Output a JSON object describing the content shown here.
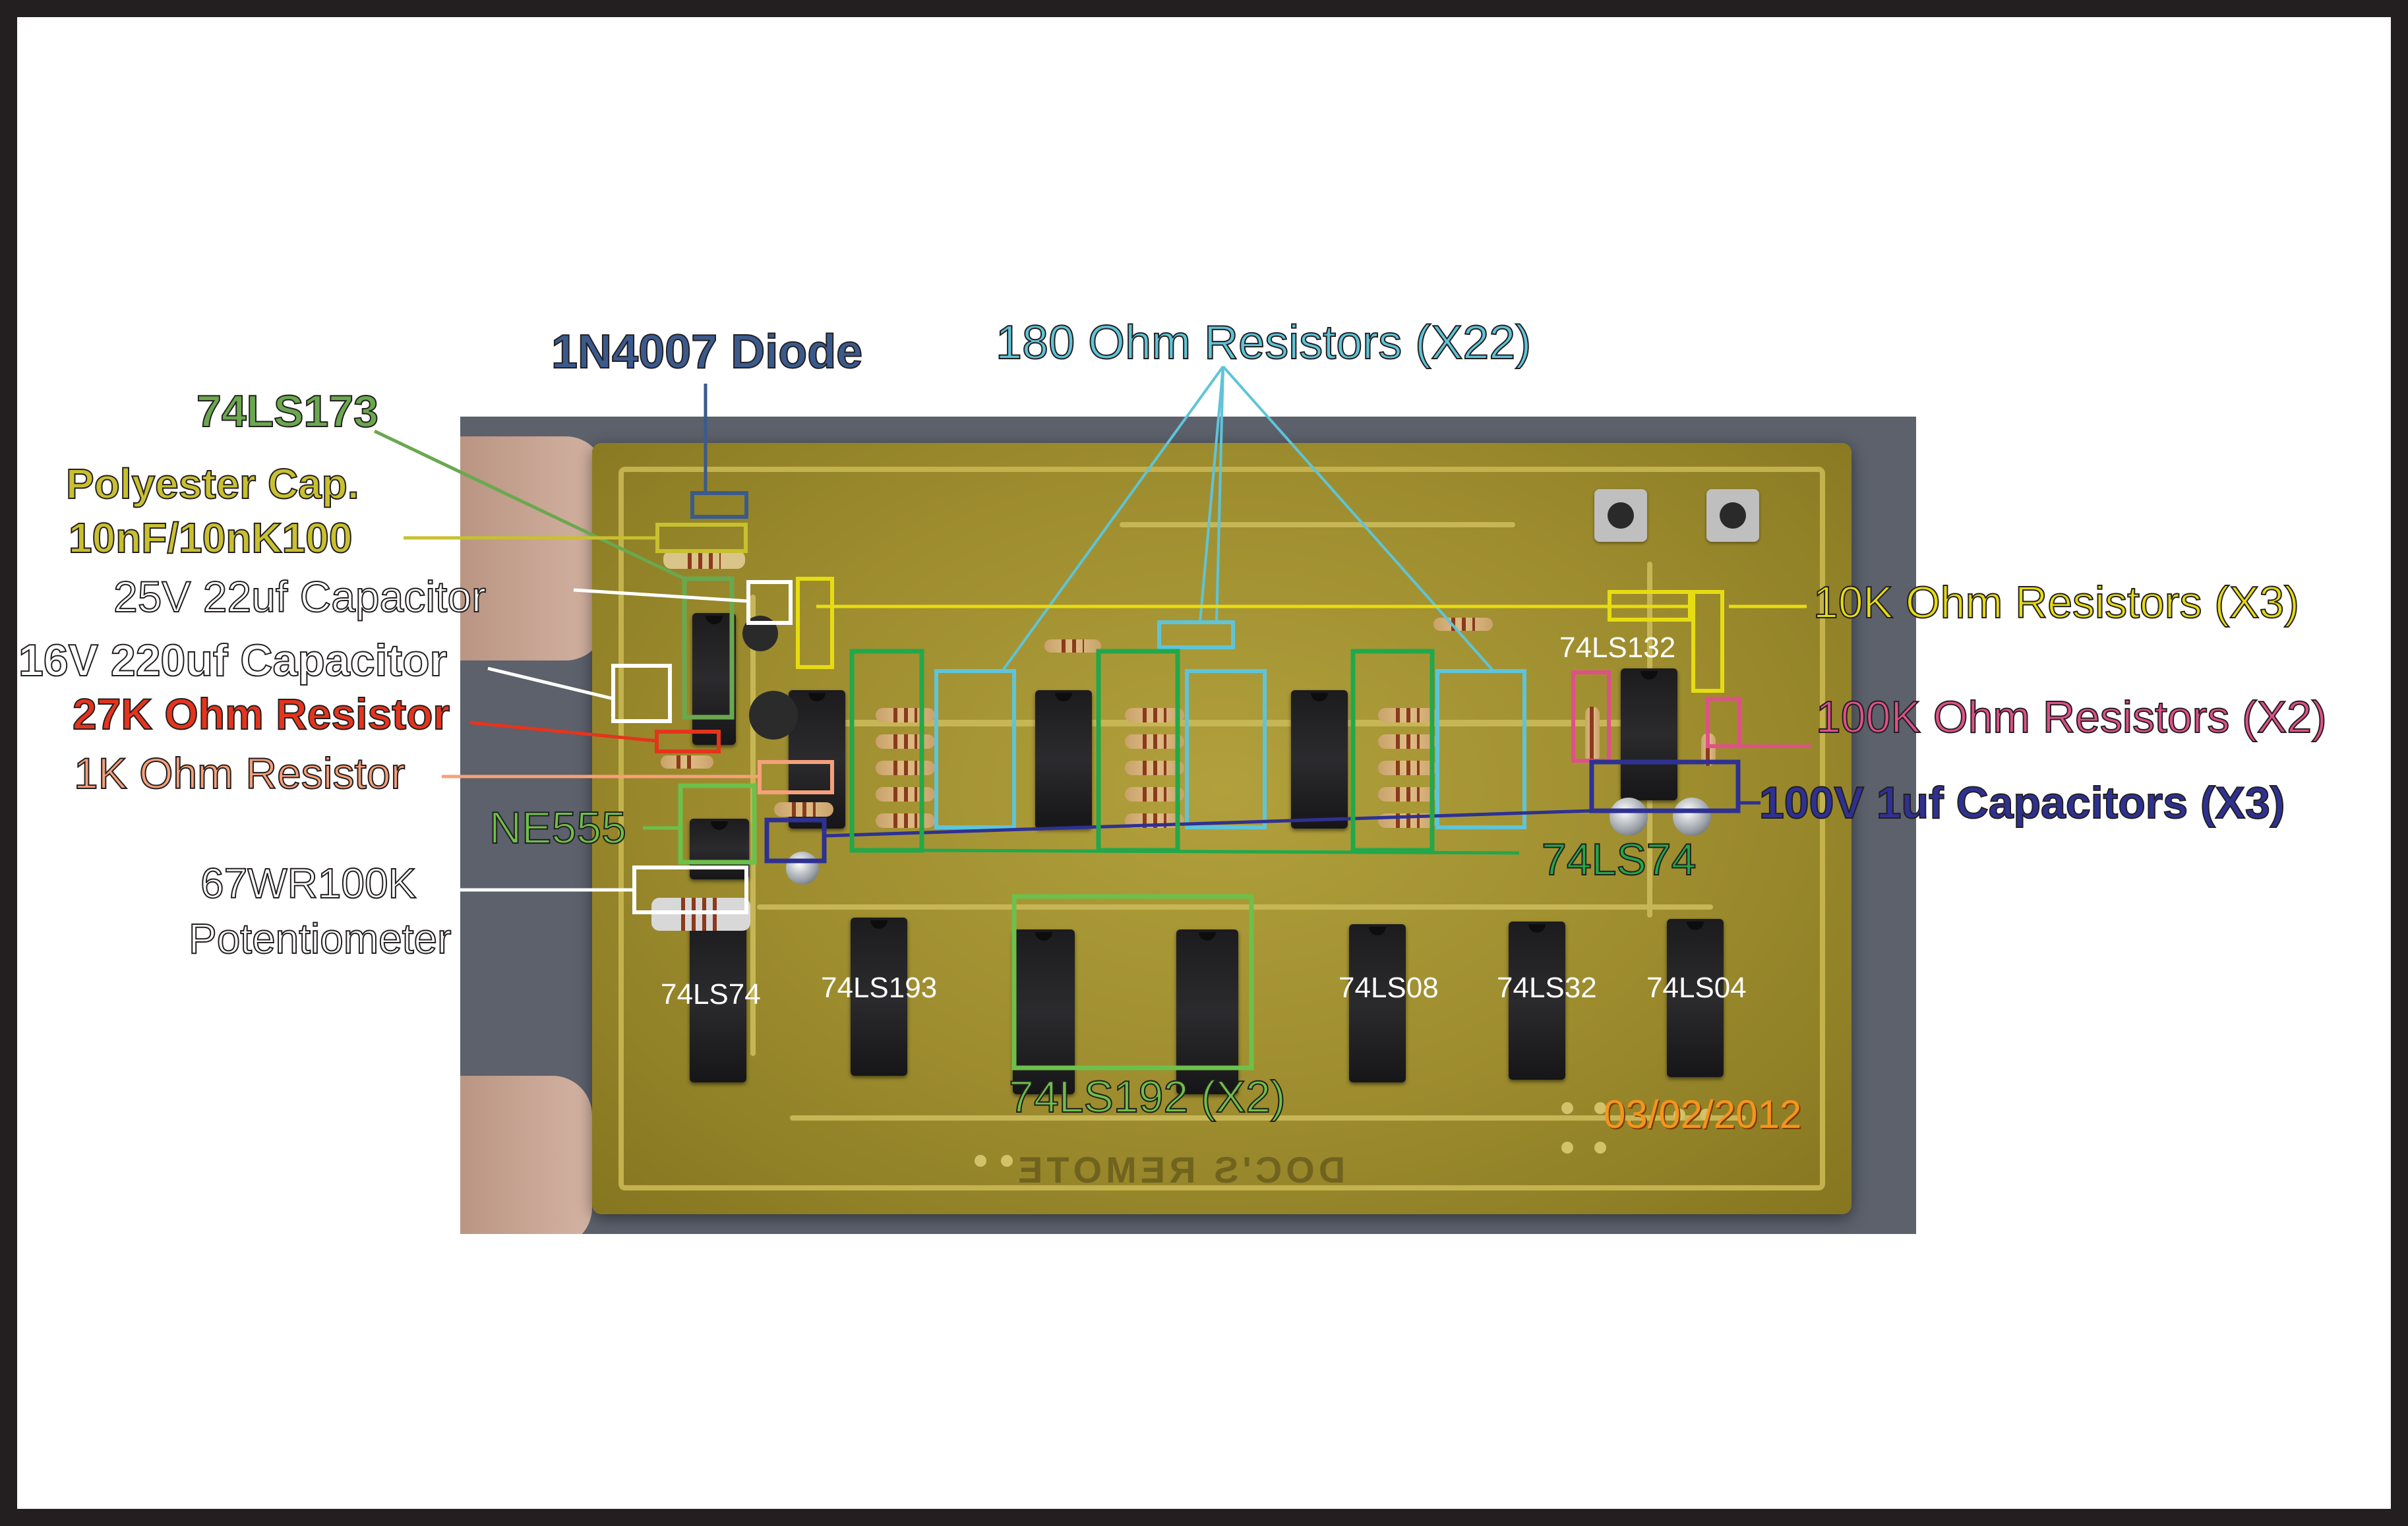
{
  "labels": {
    "diode": "1N4007 Diode",
    "resistors_180": "180 Ohm Resistors (X22)",
    "chip_74ls173": "74LS173",
    "polyester_cap_line1": "Polyester Cap.",
    "polyester_cap_line2": "10nF/10nK100",
    "cap_25v": "25V 22uf Capacitor",
    "cap_16v": "16V 220uf Capacitor",
    "resistor_27k": "27K Ohm Resistor",
    "resistor_1k": "1K Ohm Resistor",
    "chip_ne555": "NE555",
    "potentiometer_line1": "67WR100K",
    "potentiometer_line2": "Potentiometer",
    "resistors_10k": "10K Ohm Resistors (X3)",
    "resistors_100k": "100K Ohm Resistors (X2)",
    "caps_100v": "100V 1uf Capacitors (X3)",
    "chip_74ls74_right": "74LS74",
    "chip_74ls192": "74LS192 (X2)"
  },
  "chip_labels": {
    "c74ls132": "74LS132",
    "c74ls74": "74LS74",
    "c74ls193": "74LS193",
    "c74ls08": "74LS08",
    "c74ls32": "74LS32",
    "c74ls04": "74LS04"
  },
  "board_silkscreen": "DOC'S REMOTE",
  "date_stamp": "03/02/2012",
  "colors": {
    "diode": "#3b5a8c",
    "resistors_180": "#5fc4d8",
    "chip_74ls173": "#6aa84f",
    "polyester_cap": "#c8c030",
    "cap_25v": "#ffffff",
    "cap_16v": "#ffffff",
    "resistor_27k": "#e5341d",
    "resistor_1k": "#f5a07a",
    "ne555": "#6dc04b",
    "potentiometer": "#ffffff",
    "resistors_10k": "#e6dc12",
    "resistors_100k": "#e0508a",
    "caps_100v": "#2e3192",
    "chip_74ls74": "#22a84a",
    "chip_74ls192": "#6dc04b",
    "date_stamp": "#f7941d"
  }
}
